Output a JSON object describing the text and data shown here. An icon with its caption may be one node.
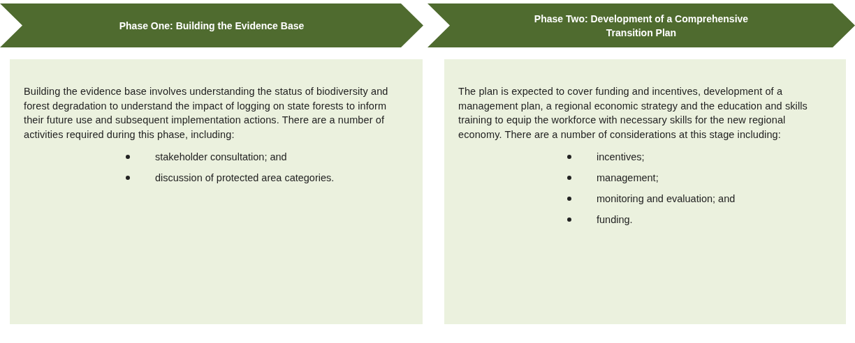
{
  "diagram": {
    "nodes": [
      {
        "text": [
          "Phase One: Building the Evidence Base"
        ]
      },
      {
        "text": [
          "Building the evidence base involves understanding the status of biodiversity and forest degradation to understand the impact of logging on state forests to inform their future use and subsequent implementation actions. There are a number of activities required during this phase, including:",
          "stakeholder consultation; and",
          "discussion of protected area categories."
        ]
      },
      {
        "text": [
          "Phase Two: Development of a Comprehensive Transition Plan"
        ]
      },
      {
        "text": [
          "The plan is expected to cover funding and incentives, development of a management plan, a regional economic strategy and the education and skills training to equip the workforce with necessary skills for the new regional economy. There are a number of considerations at this stage including:",
          "incentives;",
          "management;",
          "monitoring and evaluation; and",
          "funding."
        ]
      }
    ],
    "edges": []
  }
}
